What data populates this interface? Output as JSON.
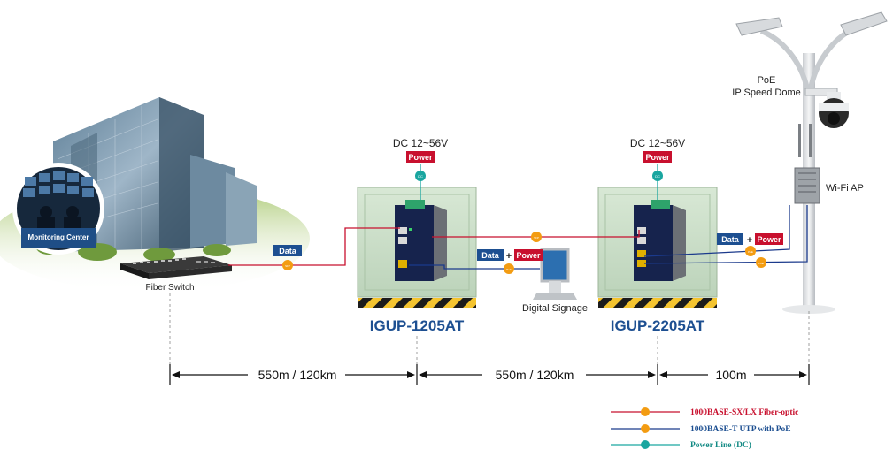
{
  "labels": {
    "monitoring_center": "Monitoring Center",
    "fiber_switch": "Fiber Switch",
    "digital_signage": "Digital Signage",
    "poe_camera_line1": "PoE",
    "poe_camera_line2": "IP Speed Dome",
    "wifi_ap": "Wi-Fi AP"
  },
  "devices": {
    "left_product": "IGUP-1205AT",
    "right_product": "IGUP-2205AT"
  },
  "power": {
    "dc_range": "DC 12~56V",
    "badge": "Power",
    "dc_port": "DC"
  },
  "tags": {
    "data": "Data",
    "plus": "+",
    "power": "Power",
    "sfp": "SFP",
    "poe": "PoE"
  },
  "distances": {
    "segment1": "550m / 120km",
    "segment2": "550m / 120km",
    "segment3": "100m"
  },
  "legend": {
    "fiber": "1000BASE-SX/LX Fiber-optic",
    "utp": "1000BASE-T UTP with PoE",
    "power_line": "Power Line (DC)"
  },
  "colors": {
    "fiber": "#c8102e",
    "utp": "#1b3a8c",
    "power": "#1aa6a0",
    "badge_red": "#c8102e",
    "badge_blue": "#1d4f91",
    "orange": "#f39c12",
    "product_blue": "#1d4f91"
  }
}
